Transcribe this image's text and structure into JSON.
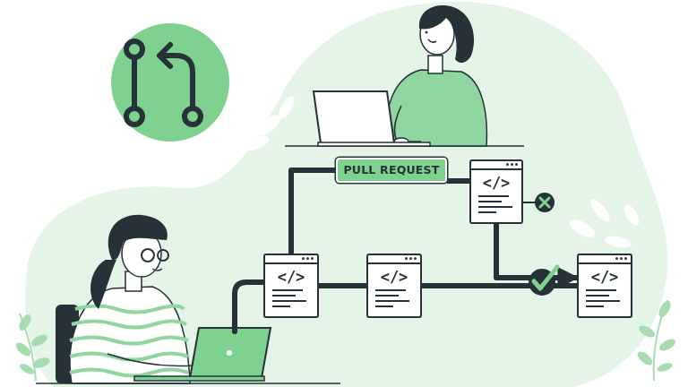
{
  "diagram": {
    "nodes": [
      {
        "text": [
          "PULL REQUEST"
        ]
      },
      {
        "text": [
          "</>"
        ]
      },
      {
        "text": [
          "</>"
        ]
      },
      {
        "text": [
          "</>"
        ]
      },
      {
        "text": [
          "</>"
        ]
      }
    ],
    "edges": [
      {
        "from": 2,
        "to": 0,
        "arrow": "none"
      },
      {
        "from": 0,
        "to": 1,
        "arrow": "none"
      },
      {
        "from": 1,
        "to": 4,
        "arrow": "to"
      },
      {
        "from": 2,
        "to": 3,
        "arrow": "none"
      },
      {
        "from": 3,
        "to": 4,
        "arrow": "none"
      }
    ]
  }
}
